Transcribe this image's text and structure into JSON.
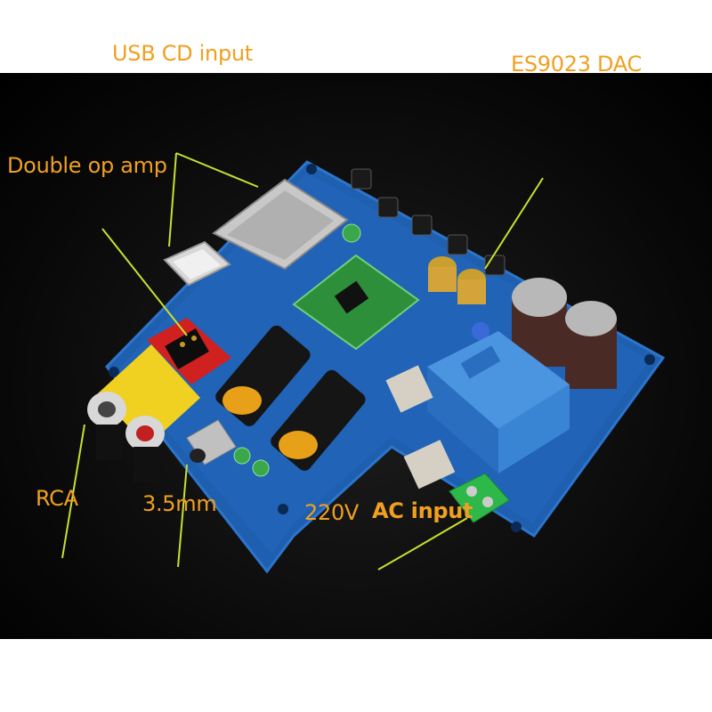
{
  "callouts": {
    "usb_cd_input": "USB CD input",
    "es9023_dac": "ES9023 DAC",
    "double_op_amp": "Double op amp",
    "rca": "RCA",
    "jack_3_5mm": "3.5mm",
    "ac_220v": "220V",
    "ac_input": "AC input"
  },
  "colors": {
    "background": "#000000",
    "label": "#f0a020",
    "leader_line": "#c8e030",
    "pcb": "#1f5fb0",
    "transformer": "#3a8ad8",
    "terminal_block": "#2eb84a"
  }
}
